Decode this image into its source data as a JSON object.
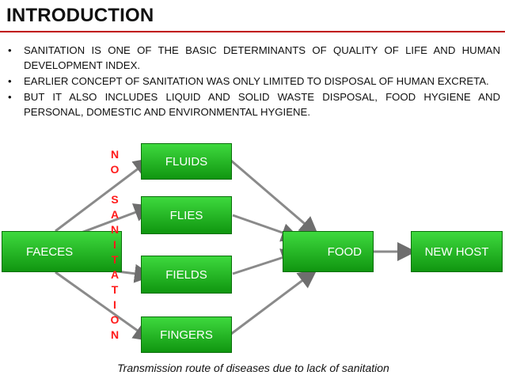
{
  "slide": {
    "title": "INTRODUCTION",
    "bullets": [
      "SANITATION IS ONE OF THE BASIC DETERMINANTS OF QUALITY OF LIFE AND HUMAN DEVELOPMENT INDEX.",
      "EARLIER CONCEPT OF SANITATION WAS ONLY LIMITED TO DISPOSAL OF HUMAN EXCRETA.",
      "BUT IT ALSO INCLUDES LIQUID AND SOLID WASTE DISPOSAL, FOOD HYGIENE AND PERSONAL, DOMESTIC AND ENVIRONMENTAL HYGIENE."
    ],
    "bullet_symbol": "•",
    "accent_color": "#c00000"
  },
  "diagram": {
    "nodes": {
      "faeces": "FAECES",
      "fluids": "FLUIDS",
      "flies": "FLIES",
      "fields": "FIELDS",
      "fingers": "FINGERS",
      "food": "FOOD",
      "new_host": "NEW HOST"
    },
    "no_sanitation_letters": [
      "N",
      "O",
      "",
      "S",
      "A",
      "N",
      "I",
      "T",
      "A",
      "T",
      "I",
      "O",
      "N"
    ],
    "caption": "Transmission route of diseases due to lack of sanitation",
    "box_color": "#22b822",
    "label_color": "#ff1a1a"
  }
}
